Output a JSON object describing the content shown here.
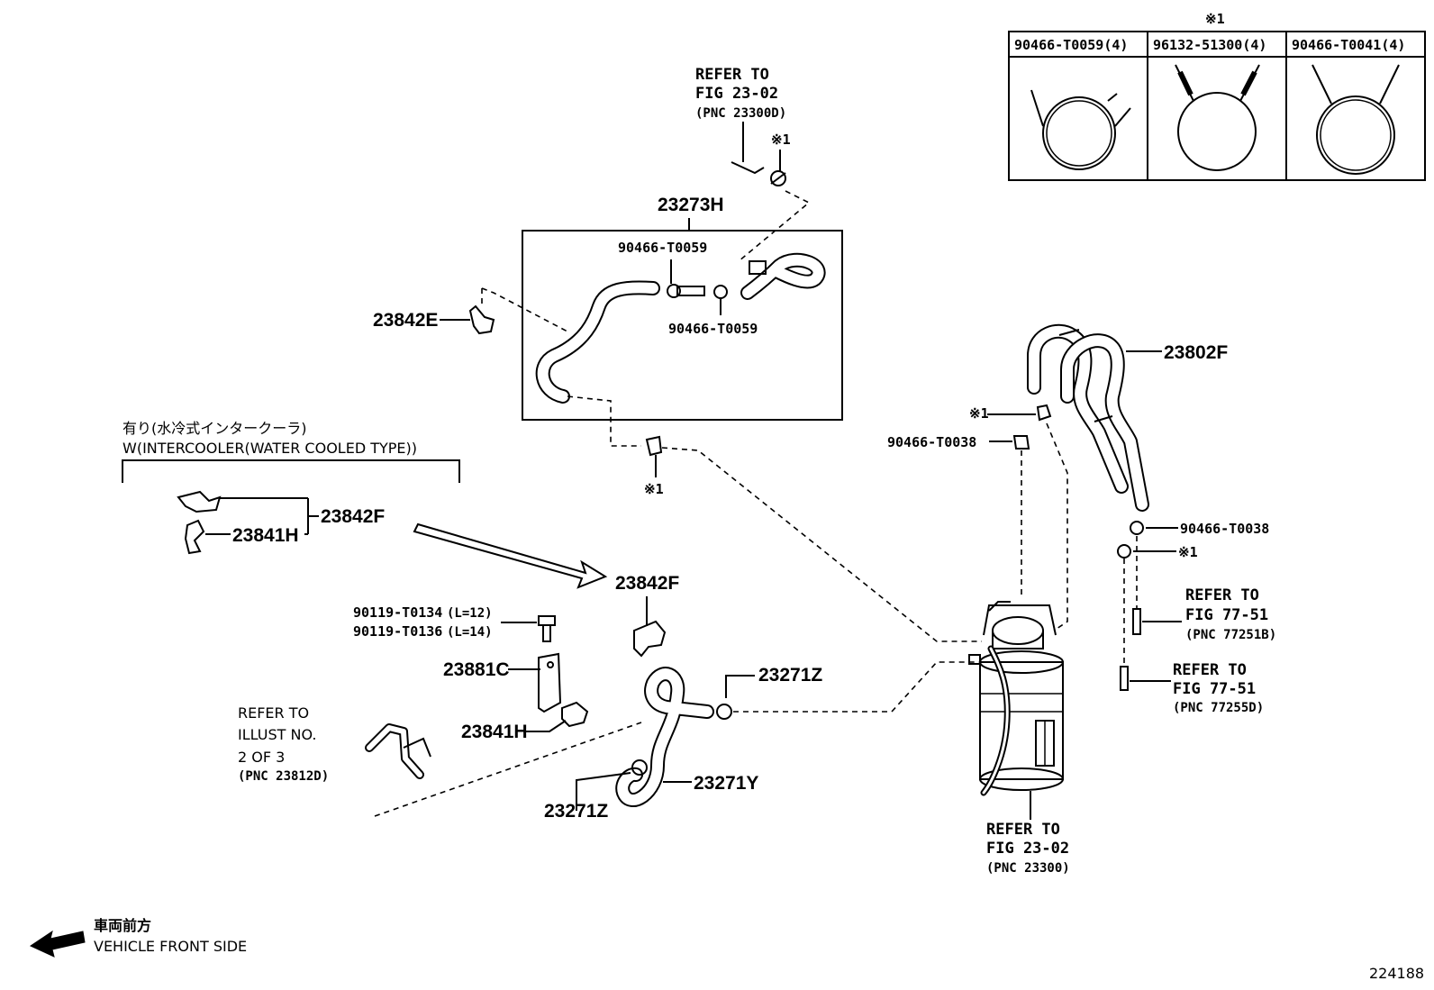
{
  "table": {
    "note_mark": "※1",
    "headers": [
      "90466-T0059(4)",
      "96132-51300(4)",
      "90466-T0041(4)"
    ]
  },
  "refer_top": {
    "l1": "REFER TO",
    "l2": "FIG 23-02",
    "l3": "(PNC 23300D)"
  },
  "refer_bottom": {
    "l1": "REFER TO",
    "l2": "FIG 23-02",
    "l3": "(PNC 23300)"
  },
  "refer_77251": {
    "l1": "REFER TO",
    "l2": "FIG 77-51",
    "l3": "(PNC 77251B)"
  },
  "refer_77255": {
    "l1": "REFER TO",
    "l2": "FIG 77-51",
    "l3": "(PNC 77255D)"
  },
  "refer_illust": {
    "l1": "REFER TO",
    "l2": "ILLUST NO.",
    "l3": "2 OF 3",
    "l4": "(PNC 23812D)"
  },
  "intercooler": {
    "jp": "有り(水冷式インタークーラ)",
    "en": "W(INTERCOOLER(WATER COOLED TYPE))"
  },
  "parts": {
    "p23273H": "23273H",
    "p90466_T0059_a": "90466-T0059",
    "p90466_T0059_b": "90466-T0059",
    "p23842E": "23842E",
    "p23842F_a": "23842F",
    "p23842F_b": "23842F",
    "p23841H_a": "23841H",
    "p23841H_b": "23841H",
    "p23802F": "23802F",
    "p90466_T0038_a": "90466-T0038",
    "p90466_T0038_b": "90466-T0038",
    "p90119_T0134": "90119-T0134",
    "p90119_T0134_len": "(L=12)",
    "p90119_T0136": "90119-T0136",
    "p90119_T0136_len": "(L=14)",
    "p23881C": "23881C",
    "p23271Z_a": "23271Z",
    "p23271Z_b": "23271Z",
    "p23271Y": "23271Y",
    "mark1_a": "※1",
    "mark1_b": "※1",
    "mark1_c": "※1",
    "mark1_d": "※1"
  },
  "front": {
    "jp": "車両前方",
    "en": "VEHICLE FRONT SIDE"
  },
  "figure_number": "224188"
}
